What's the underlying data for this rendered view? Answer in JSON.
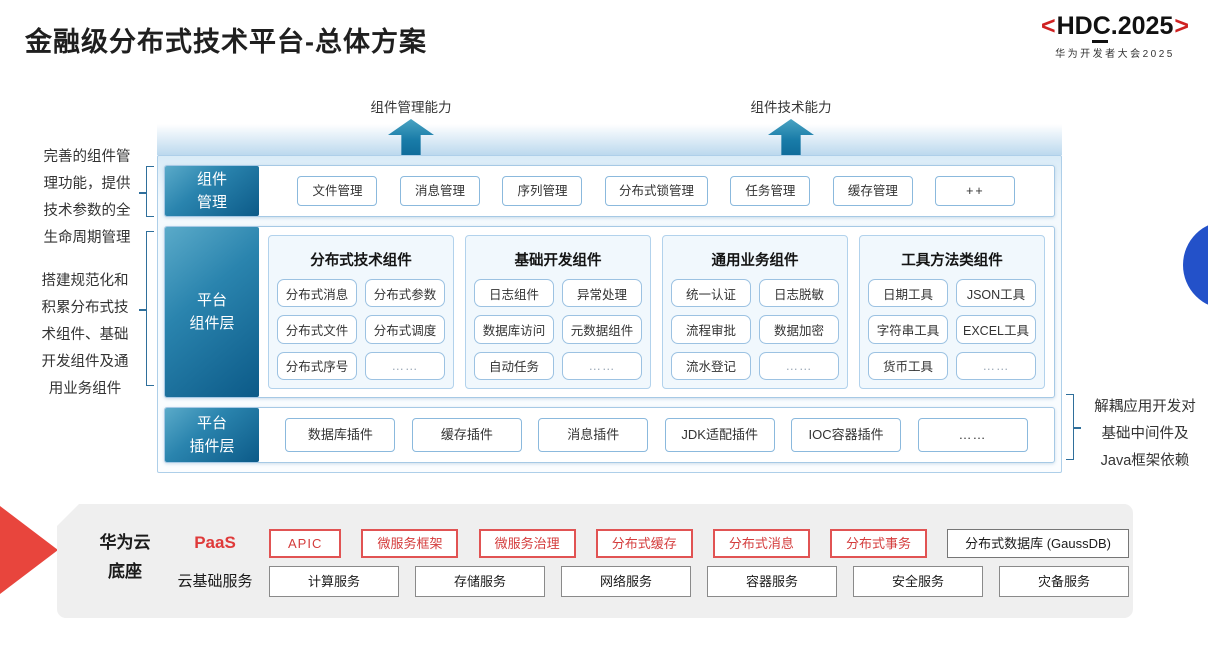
{
  "title": "金融级分布式技术平台-总体方案",
  "logo": {
    "bracket_left": "<",
    "text": "HDC.2025",
    "bracket_right": ">",
    "subtitle": "华为开发者大会2025"
  },
  "capabilities": {
    "left": "组件管理能力",
    "right": "组件技术能力"
  },
  "notes": {
    "left_top": "完善的组件管\n理功能，提供\n技术参数的全\n生命周期管理",
    "left_bottom": "搭建规范化和\n积累分布式技\n术组件、基础\n开发组件及通\n用业务组件",
    "right": "解耦应用开发对\n基础中间件及\nJava框架依赖"
  },
  "component_mgmt": {
    "label": "组件\n管理",
    "items": [
      "文件管理",
      "消息管理",
      "序列管理",
      "分布式锁管理",
      "任务管理",
      "缓存管理",
      "++"
    ]
  },
  "platform_components": {
    "label": "平台\n组件层",
    "columns": [
      {
        "header": "分布式技术组件",
        "items": [
          "分布式消息",
          "分布式参数",
          "分布式文件",
          "分布式调度",
          "分布式序号",
          "……"
        ]
      },
      {
        "header": "基础开发组件",
        "items": [
          "日志组件",
          "异常处理",
          "数据库访问",
          "元数据组件",
          "自动任务",
          "……"
        ]
      },
      {
        "header": "通用业务组件",
        "items": [
          "统一认证",
          "日志脱敏",
          "流程审批",
          "数据加密",
          "流水登记",
          "……"
        ]
      },
      {
        "header": "工具方法类组件",
        "items": [
          "日期工具",
          "JSON工具",
          "字符串工具",
          "EXCEL工具",
          "货币工具",
          "……"
        ]
      }
    ]
  },
  "platform_plugins": {
    "label": "平台\n插件层",
    "items": [
      "数据库插件",
      "缓存插件",
      "消息插件",
      "JDK适配插件",
      "IOC容器插件",
      "……"
    ]
  },
  "foundation": {
    "label": "华为云\n底座",
    "paas_label": "PaaS",
    "paas_items": [
      "APIC",
      "微服务框架",
      "微服务治理",
      "分布式缓存",
      "分布式消息",
      "分布式事务"
    ],
    "paas_db_item": "分布式数据库 (GaussDB)",
    "cloud_label": "云基础服务",
    "cloud_items": [
      "计算服务",
      "存储服务",
      "网络服务",
      "容器服务",
      "安全服务",
      "灾备服务"
    ]
  },
  "colors": {
    "accent_red": "#e23c3c",
    "label_teal_dark": "#0c5a88",
    "label_teal_light": "#5aaac9",
    "arrow_teal": "#197ca8",
    "box_border_blue": "#8bb9dd",
    "circle_blue": "#2351c9",
    "foundation_gray": "#efefef"
  }
}
